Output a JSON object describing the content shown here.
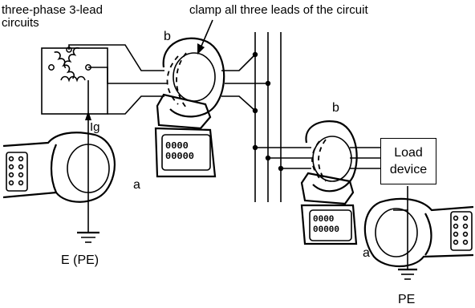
{
  "labels": {
    "source_title_line1": "three-phase 3-lead",
    "source_title_line2": "circuits",
    "callout": "clamp all three leads of the circuit",
    "clamp_b_left": "b",
    "clamp_b_right": "b",
    "clamp_a_left": "a",
    "clamp_a_right": "a",
    "leak_current": "Ig",
    "earth_left": "E (PE)",
    "earth_right": "PE",
    "load_line1": "Load",
    "load_line2": "device"
  },
  "display_digits": {
    "top": "0000",
    "bottom": "00000"
  },
  "colors": {
    "line": "#000000",
    "background": "#ffffff"
  }
}
